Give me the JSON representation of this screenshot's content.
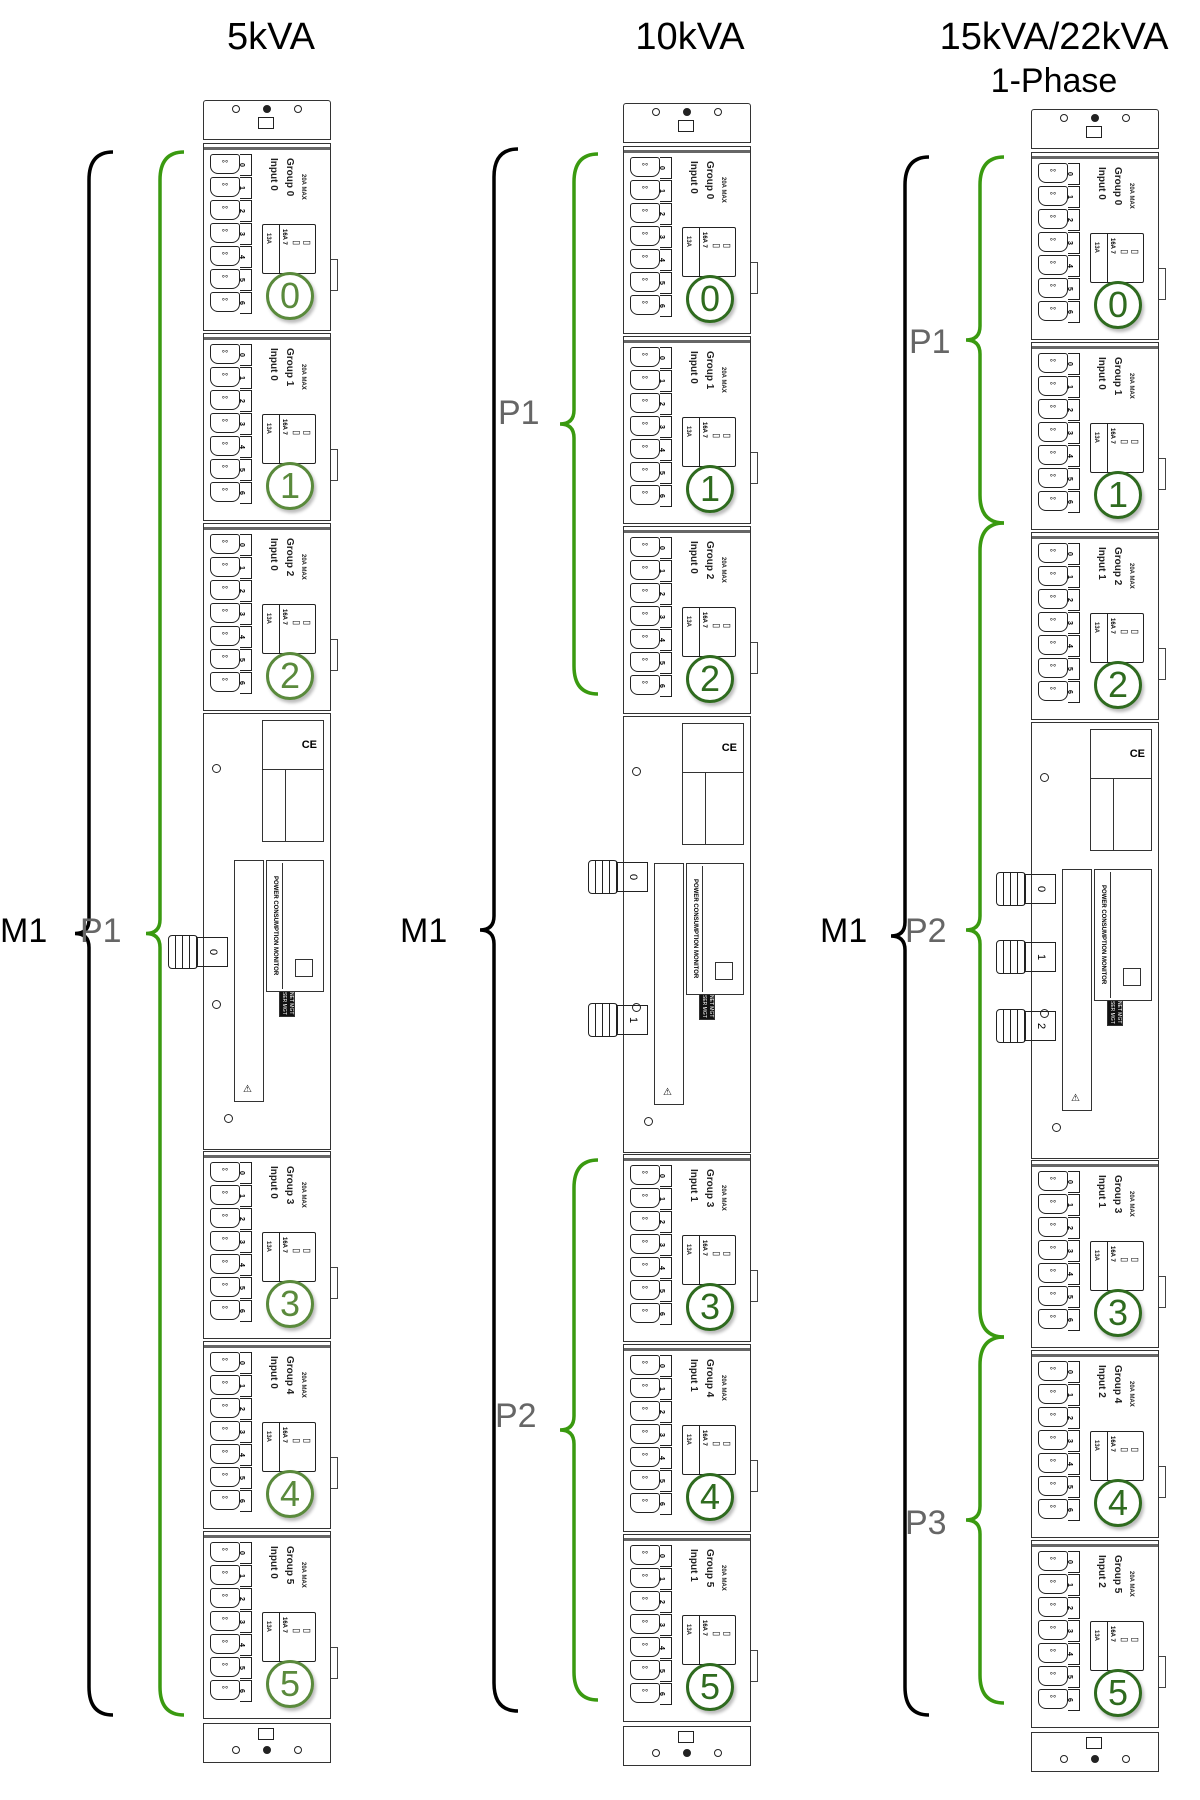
{
  "titles": [
    "5kVA",
    "10kVA",
    "15kVA/22kVA",
    "1-Phase"
  ],
  "colors": {
    "bracket_module": "#000000",
    "bracket_phase": "#3a9a10",
    "group_circle_light": "#5a8a3c",
    "group_circle_dark": "#2f6b1f",
    "phase_label": "#666666"
  },
  "common": {
    "input_label": "Input",
    "group_label": "Group",
    "max_label": "20A MAX",
    "outlet_numbers": [
      "0",
      "1",
      "2",
      "3",
      "4",
      "5",
      "6"
    ],
    "breaker_label": "13A",
    "breaker_inner": "16A 7",
    "monitor_label": "POWER CONSUMPTION MONITOR",
    "ce_mark": "CE",
    "port_label": "NET MGT SER MGT",
    "warning_icon": "⚠"
  },
  "pdus": [
    {
      "name": "5kVA",
      "groups": [
        {
          "group": "0",
          "input": "0"
        },
        {
          "group": "1",
          "input": "0"
        },
        {
          "group": "2",
          "input": "0"
        },
        {
          "group": "3",
          "input": "0"
        },
        {
          "group": "4",
          "input": "0"
        },
        {
          "group": "5",
          "input": "0"
        }
      ],
      "inputs": [
        "0"
      ],
      "circle_color": "#5a8a3c",
      "brackets": [
        {
          "label": "M1",
          "kind": "module"
        },
        {
          "label": "P1",
          "kind": "phase"
        }
      ]
    },
    {
      "name": "10kVA",
      "groups": [
        {
          "group": "0",
          "input": "0"
        },
        {
          "group": "1",
          "input": "0"
        },
        {
          "group": "2",
          "input": "0"
        },
        {
          "group": "3",
          "input": "1"
        },
        {
          "group": "4",
          "input": "1"
        },
        {
          "group": "5",
          "input": "1"
        }
      ],
      "inputs": [
        "0",
        "1"
      ],
      "circle_color": "#2f6b1f",
      "brackets": [
        {
          "label": "M1",
          "kind": "module"
        },
        {
          "label": "P1",
          "kind": "phase"
        },
        {
          "label": "P2",
          "kind": "phase"
        }
      ]
    },
    {
      "name": "15kVA/22kVA 1-Phase",
      "groups": [
        {
          "group": "0",
          "input": "0"
        },
        {
          "group": "1",
          "input": "0"
        },
        {
          "group": "2",
          "input": "1"
        },
        {
          "group": "3",
          "input": "1"
        },
        {
          "group": "4",
          "input": "2"
        },
        {
          "group": "5",
          "input": "2"
        }
      ],
      "inputs": [
        "0",
        "1",
        "2"
      ],
      "circle_color": "#2f6b1f",
      "brackets": [
        {
          "label": "M1",
          "kind": "module"
        },
        {
          "label": "P1",
          "kind": "phase"
        },
        {
          "label": "P2",
          "kind": "phase"
        },
        {
          "label": "P3",
          "kind": "phase"
        }
      ]
    }
  ]
}
